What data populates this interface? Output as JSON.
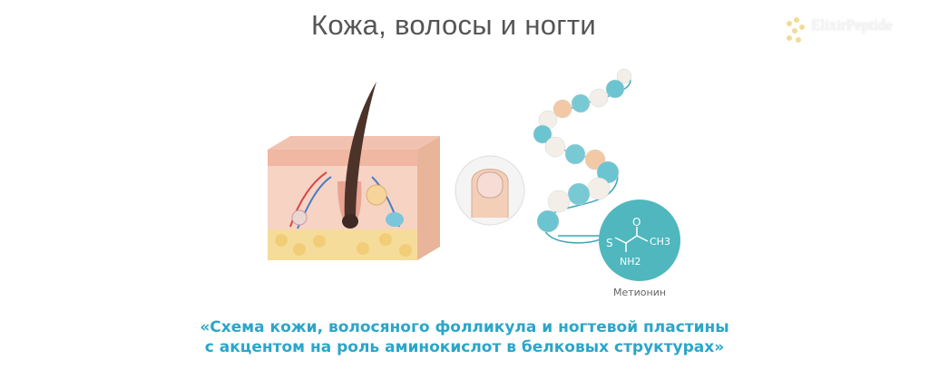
{
  "title": "Кожа, волосы и ногти",
  "logo": {
    "brand": "ElixirPeptide"
  },
  "molecule": {
    "name": "Метионин",
    "atoms": {
      "s": "S",
      "o": "O",
      "ch3": "CH3",
      "nh2": "NH2"
    },
    "color": "#4fb7bd"
  },
  "caption": {
    "line1": "«Схема кожи, волосяного фолликула и ногтевой пластины",
    "line2": "с акцентом на роль аминокислот в белковых структурах»",
    "color": "#2ba6c9"
  }
}
